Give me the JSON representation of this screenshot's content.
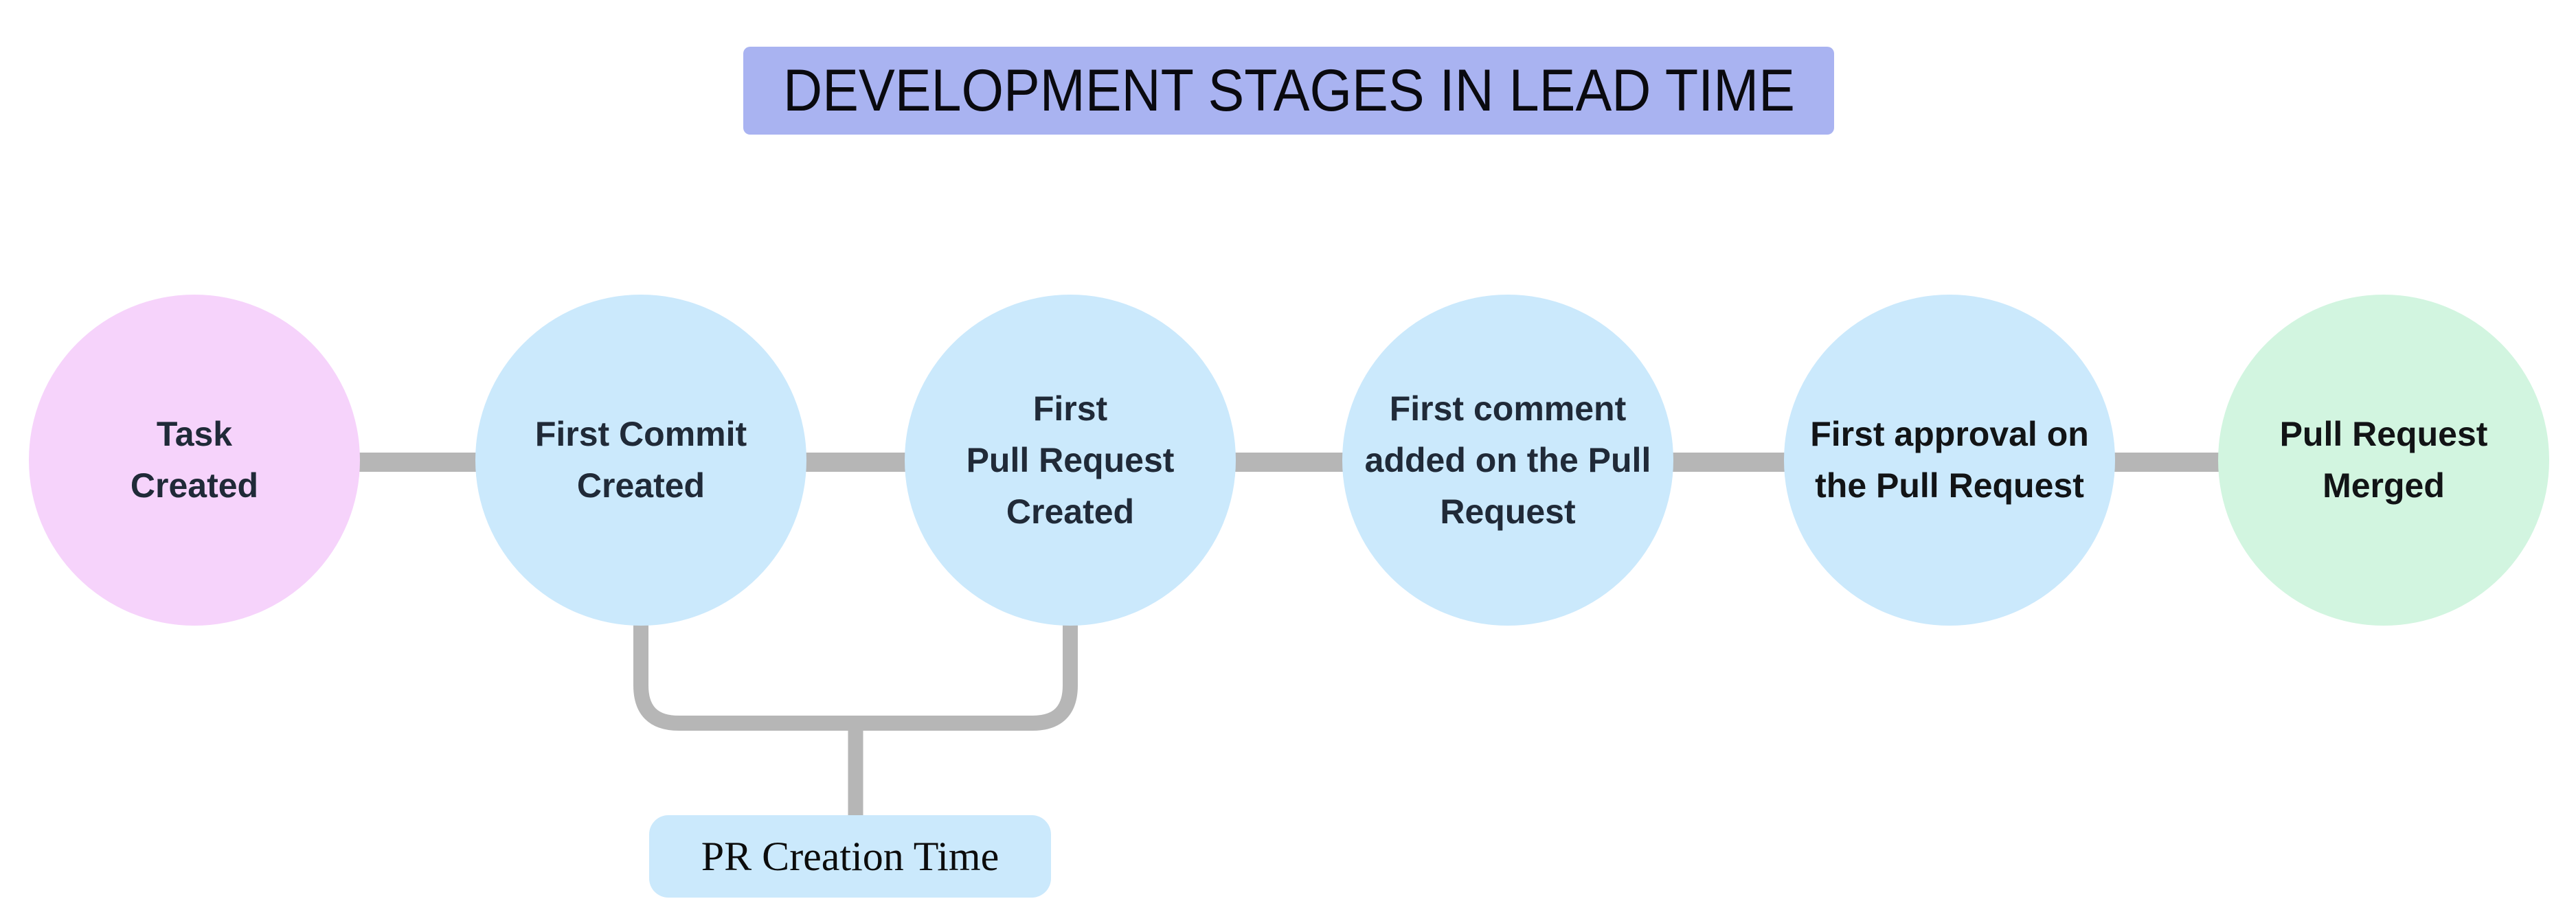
{
  "title": {
    "label": "DEVELOPMENT STAGES IN LEAD TIME"
  },
  "colors": {
    "title_bg": "#a9b3f1",
    "connector": "#b6b6b6",
    "annotation_bg": "#cbe9fc"
  },
  "stages": [
    {
      "label": "Task\nCreated",
      "bg": "#f6d3fb",
      "text_color": "#202a38"
    },
    {
      "label": "First Commit\nCreated",
      "bg": "#cbe9fc",
      "text_color": "#202a38"
    },
    {
      "label": "First\nPull Request\nCreated",
      "bg": "#cbe9fc",
      "text_color": "#202a38"
    },
    {
      "label": "First comment\nadded on the Pull\nRequest",
      "bg": "#cbe9fc",
      "text_color": "#202a38"
    },
    {
      "label": "First approval on\nthe Pull Request",
      "bg": "#cbe9fc",
      "text_color": "#121416"
    },
    {
      "label": "Pull Request\nMerged",
      "bg": "#d2f5e0",
      "text_color": "#121416"
    }
  ],
  "annotation": {
    "label": "PR Creation Time"
  }
}
